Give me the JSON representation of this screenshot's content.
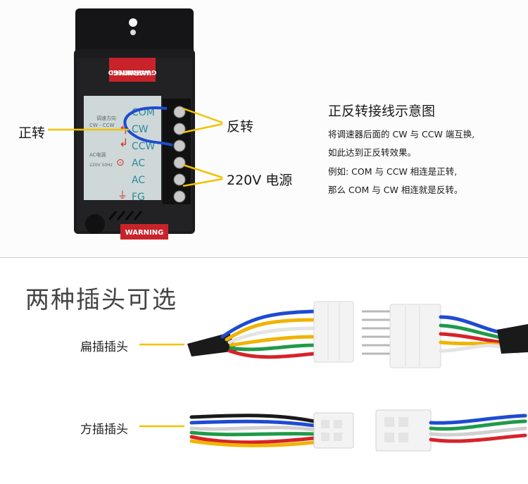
{
  "controller": {
    "sticker_top": "WARNING",
    "sticker_bottom": "WARNING",
    "terminals": [
      "COM",
      "CW",
      "CCW",
      "AC",
      "AC",
      "FG"
    ],
    "panel_small_1": "调速方向",
    "panel_small_2": "CW - CCW",
    "panel_small_3": "AC电源",
    "panel_small_4": "220V 50Hz"
  },
  "callouts": {
    "forward": "正转",
    "reverse": "反转",
    "power": "220V 电源"
  },
  "instructions": {
    "title": "正反转接线示意图",
    "lines": [
      "将调速器后面的 CW 与 CCW 端互换,",
      "如此达到正反转效果。",
      "例如:  COM 与 CCW 相连是正转,",
      "那么 COM 与 CW 相连就是反转。"
    ]
  },
  "plugs": {
    "heading": "两种插头可选",
    "flat_label": "扁插插头",
    "square_label": "方插插头"
  },
  "colors": {
    "accent_yellow": "#f2c200",
    "controller_body": "#1c1c1e",
    "panel_bg": "#cfd8d8",
    "wire_blue": "#1e4bd2",
    "wire_yellow": "#f0b400",
    "wire_white": "#e8e8e8",
    "wire_green": "#1f9a4a",
    "wire_red": "#d6232a",
    "wire_black": "#1a1a1a"
  }
}
